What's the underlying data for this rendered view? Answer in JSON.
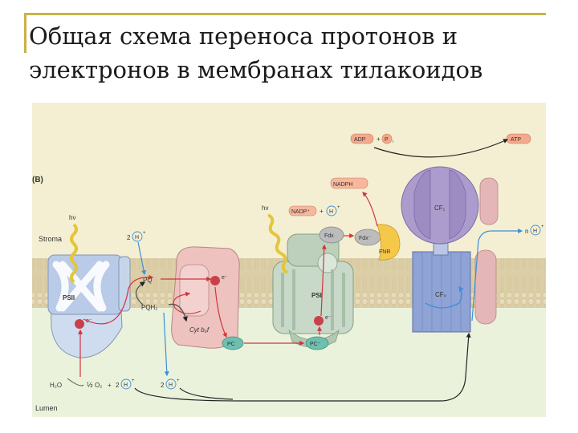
{
  "slide": {
    "title": "Общая схема переноса протонов и\nэлектронов в мембранах тилакоидов"
  },
  "diagram": {
    "panel_label": "(B)",
    "regions": {
      "stroma": "Stroma",
      "lumen": "Lumen"
    },
    "light": "hν",
    "complexes": {
      "psii": "PSII",
      "pq": "PQ",
      "pqh2": "PQH₂",
      "cytb6f": "Cyt b₆f",
      "psi": "PSI",
      "fdx_a": "Fdx",
      "fdx_b": "Fdx⁻",
      "fnr": "FNR",
      "cf1": "CF₁",
      "cf0": "CF₀",
      "pc_a": "PC",
      "pc_b": "PC⁻",
      "electron": "e⁻"
    },
    "metabolites": {
      "adp": "ADP",
      "plus": "+",
      "pi": "P",
      "pi_sub": "i",
      "atp": "ATP",
      "nadph": "NADPH",
      "nadp": "NADP⁺",
      "h": "H",
      "h_sup": "+",
      "two": "2",
      "n": "n",
      "h2o": "H₂O",
      "half": "½",
      "o2": "O₂"
    },
    "colors": {
      "stroma_bg": "#f4efd2",
      "membrane": "#dccfa8",
      "psii": "#cfdcef",
      "cytb6f": "#eec2bf",
      "psi": "#c9d9c9",
      "cf1": "#ab9ccd",
      "cf0": "#8fa3d6",
      "fnr": "#f6c84a",
      "adp_atp": "#f4a98c",
      "nadph": "#f7b79e",
      "proton_arrow": "#3b8fd9",
      "electron_arrow": "#d3333c",
      "photon": "#e3c63a"
    }
  }
}
